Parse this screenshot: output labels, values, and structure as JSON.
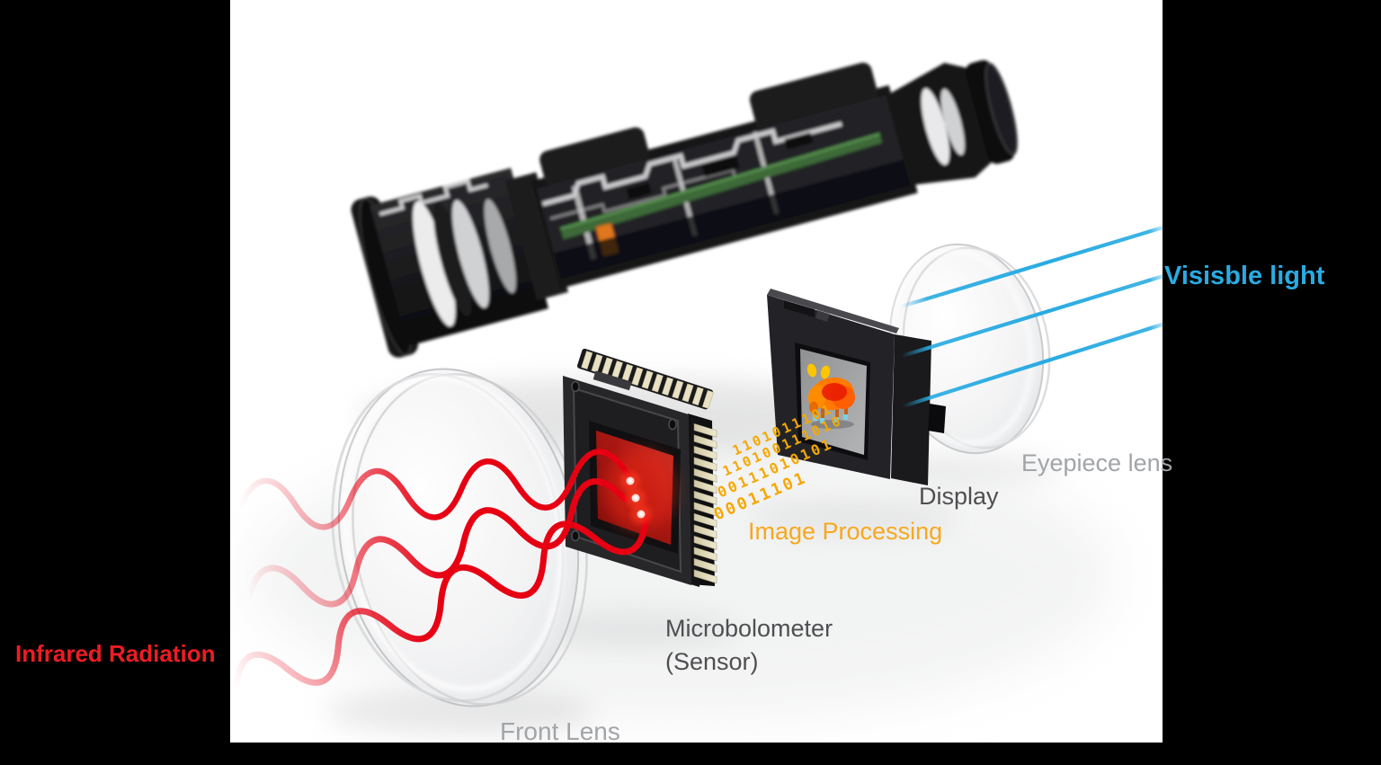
{
  "scene": {
    "background": "#000000",
    "stage_background": "#ffffff"
  },
  "labels": {
    "infrared_radiation": "Infrared Radiation",
    "visible_light": "Visisble light",
    "front_lens": "Front Lens",
    "microbolometer_line1": "Microbolometer",
    "microbolometer_line2": "(Sensor)",
    "image_processing": "Image Processing",
    "display": "Display",
    "eyepiece_lens": "Eyepiece lens"
  },
  "binary_stream": {
    "rows": [
      "1101011101",
      "110100111010",
      "00111010101",
      "00011101"
    ],
    "color": "#f5a800"
  },
  "colors": {
    "infrared_label": "#ed1c24",
    "infrared_wave": "#e60012",
    "visible_light": "#29abe2",
    "image_processing_label": "#f7a81d",
    "dark_label": "#4f4f51",
    "light_label": "#a2a4a7"
  }
}
